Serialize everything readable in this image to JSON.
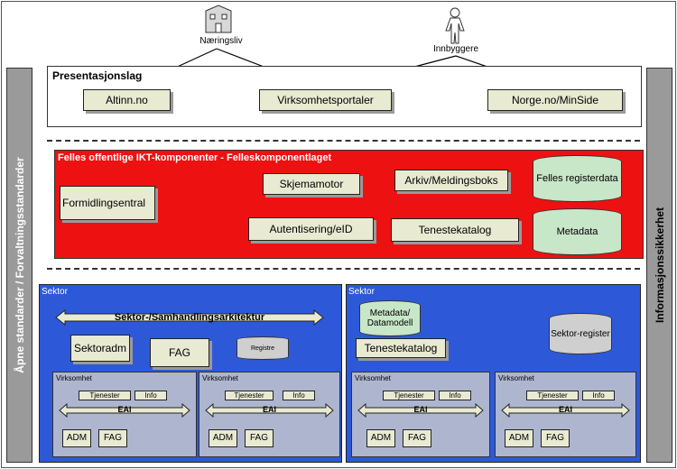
{
  "actors": {
    "naeringsliv": "Næringsliv",
    "innbyggere": "Innbyggere"
  },
  "side": {
    "left": "Åpne standarder / Forvaltningsstandarder",
    "right": "Informasjonssikkerhet"
  },
  "presentasjon": {
    "title": "Presentasjonslag",
    "items": [
      "Altinn.no",
      "Virksomhetsportaler",
      "Norge.no/MinSide"
    ]
  },
  "felles": {
    "title": "Felles offentlige IKT-komponenter - Felleskomponentlaget",
    "formidling": "Formidlingsentral",
    "skjema": "Skjemamotor",
    "arkiv": "Arkiv/Meldingsboks",
    "autentisering": "Autentisering/eID",
    "tenestekatalog": "Tenestekatalog",
    "registerdata": "Felles registerdata",
    "metadata": "Metadata"
  },
  "sector_left": {
    "label": "Sektor",
    "arch": "Sektor-/Samhandlingsarkitektur",
    "sektoradm": "Sektoradm",
    "fag": "FAG",
    "registre": "Registre"
  },
  "sector_right": {
    "label": "Sektor",
    "metadata": "Metadata/ Datamodell",
    "tenestekatalog": "Tenestekatalog",
    "register": "Sektor-register"
  },
  "virksomhet": {
    "label": "Virksomhet",
    "tjenester": "Tjenester",
    "info": "Info",
    "eai": "EAI",
    "adm": "ADM",
    "fag": "FAG"
  },
  "colors": {
    "red_layer": "#ee1111",
    "sector_blue": "#2d59d8",
    "grey_bar": "#9a9a9a"
  }
}
